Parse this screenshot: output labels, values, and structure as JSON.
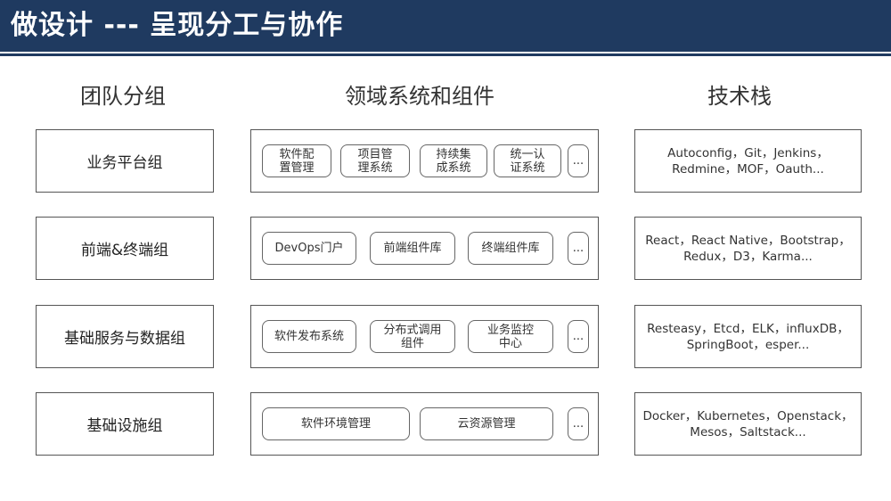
{
  "header": {
    "title": "做设计 --- 呈现分工与协作"
  },
  "columns": {
    "team": "团队分组",
    "domain": "领域系统和组件",
    "tech": "技术栈"
  },
  "rows": [
    {
      "group": "业务平台组",
      "components": [
        "软件配\n置管理",
        "项目管\n理系统",
        "持续集\n成系统",
        "统一认\n证系统",
        "..."
      ],
      "tech": [
        "Autoconfig，Git，Jenkins，",
        "Redmine，MOF，Oauth..."
      ]
    },
    {
      "group": "前端&终端组",
      "components": [
        "DevOps门户",
        "前端组件库",
        "终端组件库",
        "..."
      ],
      "tech": [
        "React，React Native，Bootstrap，",
        "Redux，D3，Karma..."
      ]
    },
    {
      "group": "基础服务与数据组",
      "components": [
        "软件发布系统",
        "分布式调用\n组件",
        "业务监控\n中心",
        "..."
      ],
      "tech": [
        "Resteasy，Etcd，ELK，influxDB，",
        "SpringBoot，esper..."
      ]
    },
    {
      "group": "基础设施组",
      "components": [
        "软件环境管理",
        "云资源管理",
        "..."
      ],
      "tech": [
        "Docker，Kubernetes，Openstack，",
        "Mesos，Saltstack..."
      ]
    }
  ]
}
